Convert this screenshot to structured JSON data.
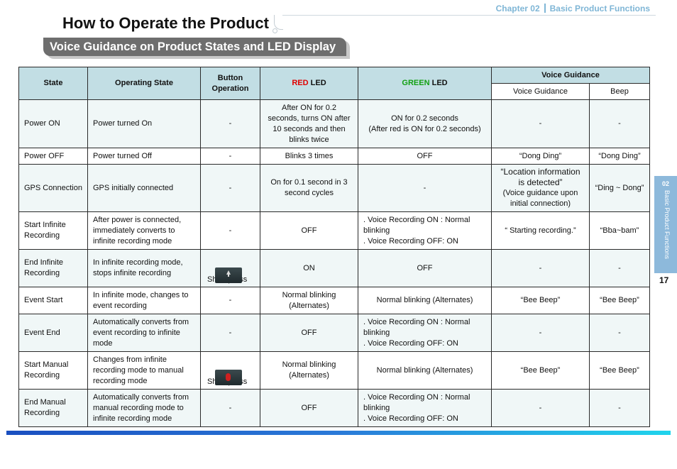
{
  "header": {
    "chapter": "Chapter 02",
    "section": "Basic Product Functions"
  },
  "page_title": "How to Operate the Product",
  "section_title": "Voice Guidance on Product States and LED Display",
  "table": {
    "headers": {
      "state": "State",
      "operating_state": "Operating State",
      "button_operation": "Button Operation",
      "red_word": "RED",
      "green_word": "GREEN",
      "led_word": "LED",
      "voice_guidance_group": "Voice Guidance",
      "voice_guidance": "Voice Guidance",
      "beep": "Beep"
    },
    "rows": [
      {
        "state": "Power ON",
        "operating": "Power turned On",
        "button": "-",
        "red": "After ON for 0.2 seconds, turns ON after 10 seconds and then blinks twice",
        "green": "ON for 0.2 seconds\n(After red is ON for 0.2 seconds)",
        "voice": "-",
        "beep": "-"
      },
      {
        "state": "Power OFF",
        "operating": "Power turned Off",
        "button": "-",
        "red": "Blinks 3 times",
        "green": "OFF",
        "voice": "“Dong Ding”",
        "beep": "“Dong Ding”"
      },
      {
        "state": "GPS Connection",
        "operating": "GPS initially connected",
        "button": "-",
        "red": "On for 0.1 second in 3 second cycles",
        "green": "-",
        "voice": "“Location information is detected”",
        "voice_note": "(Voice guidance upon initial connection)",
        "beep": "“Ding ~ Dong”"
      },
      {
        "state": "Start Infinite Recording",
        "operating": "After power is connected, immediately converts to infinite recording mode",
        "button": "-",
        "red": "OFF",
        "green": ". Voice Recording ON : Normal blinking\n. Voice Recording OFF: ON",
        "voice": "“ Starting recording.”",
        "beep": "“Bba~bam”"
      },
      {
        "state": "End Infinite Recording",
        "operating": "In infinite recording mode, stops infinite recording",
        "button": "Short press",
        "red": "ON",
        "green": "OFF",
        "voice": "-",
        "beep": "-"
      },
      {
        "state": "Event Start",
        "operating": "In infinite mode, changes to event recording",
        "button": "-",
        "red": "Normal blinking (Alternates)",
        "green": "Normal blinking (Alternates)",
        "voice": "“Bee Beep”",
        "beep": "“Bee Beep”"
      },
      {
        "state": "Event End",
        "operating": "Automatically converts from event recording to infinite mode",
        "button": "-",
        "red": "OFF",
        "green": ". Voice Recording ON : Normal blinking\n. Voice Recording OFF: ON",
        "voice": "-",
        "beep": "-"
      },
      {
        "state": "Start Manual Recording",
        "operating": "Changes from infinite recording mode to manual recording mode",
        "button": "Short press",
        "red": "Normal blinking (Alternates)",
        "green": "Normal blinking (Alternates)",
        "voice": "“Bee Beep”",
        "beep": "“Bee Beep”"
      },
      {
        "state": "End Manual Recording",
        "operating": "Automatically converts from manual recording mode to infinite recording mode",
        "button": "-",
        "red": "OFF",
        "green": ". Voice Recording ON : Normal blinking\n. Voice Recording OFF: ON",
        "voice": "-",
        "beep": "-"
      }
    ]
  },
  "side_tab": {
    "number": "02",
    "label": "Basic Product Functions"
  },
  "page_number": "17",
  "colors": {
    "header_blue": "#7fb6d6",
    "table_header_bg": "#c2dee4",
    "red_led": "#e00000",
    "green_led": "#12a012",
    "side_tab": "#8db9db"
  },
  "icons": {
    "up_button": "up-arrow-button-icon",
    "record_button": "record-button-icon"
  }
}
